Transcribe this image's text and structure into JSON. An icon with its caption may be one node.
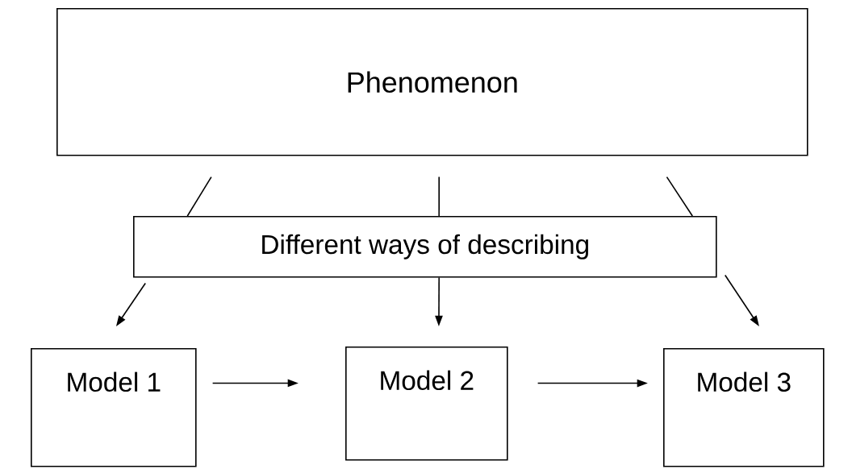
{
  "diagram": {
    "nodes": [
      {
        "text": [
          "Phenomenon"
        ]
      },
      {
        "text": [
          "Different ways of describing"
        ]
      },
      {
        "text": [
          "Model 1"
        ]
      },
      {
        "text": [
          "Model 2"
        ]
      },
      {
        "text": [
          "Model 3"
        ]
      }
    ],
    "edges": [
      {
        "from": 0,
        "to": 1,
        "arrow": "none"
      },
      {
        "from": 0,
        "to": 1,
        "arrow": "none"
      },
      {
        "from": 0,
        "to": 1,
        "arrow": "none"
      },
      {
        "from": 1,
        "to": 2,
        "arrow": "to"
      },
      {
        "from": 1,
        "to": 3,
        "arrow": "to"
      },
      {
        "from": 1,
        "to": 4,
        "arrow": "to"
      },
      {
        "from": 2,
        "to": 3,
        "arrow": "to"
      },
      {
        "from": 3,
        "to": 4,
        "arrow": "to"
      }
    ]
  }
}
